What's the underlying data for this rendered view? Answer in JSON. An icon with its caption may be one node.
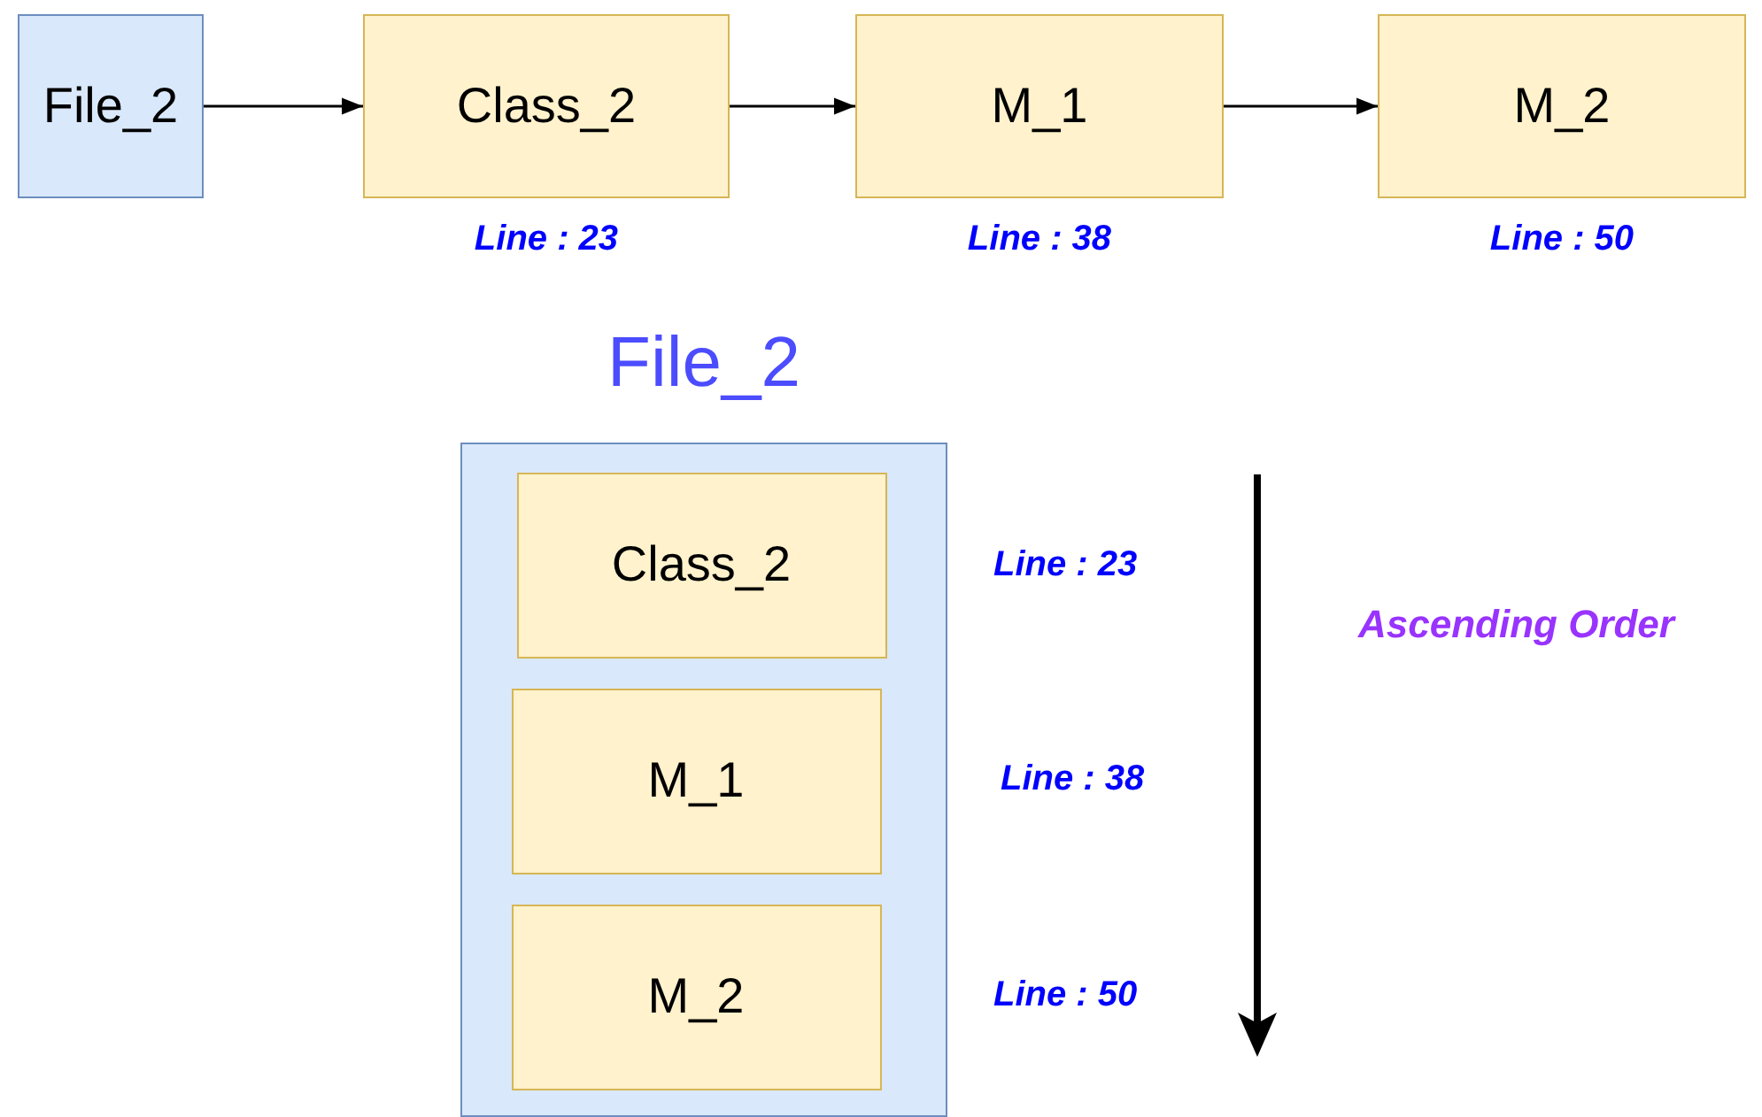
{
  "diagram": {
    "nodes": [
      {
        "text": [
          "File_2"
        ]
      },
      {
        "text": [
          "Class_2"
        ],
        "beside": [
          "Line : 23"
        ]
      },
      {
        "text": [
          "M_1"
        ],
        "beside": [
          "Line : 38"
        ]
      },
      {
        "text": [
          "M_2"
        ],
        "beside": [
          "Line : 50"
        ]
      },
      {
        "text": [
          "File_2"
        ]
      },
      {
        "text": [
          "Class_2"
        ],
        "in": 4,
        "beside": [
          "Line : 23"
        ]
      },
      {
        "text": [
          "M_1"
        ],
        "in": 4,
        "beside": [
          "Line : 38"
        ]
      },
      {
        "text": [
          "M_2"
        ],
        "in": 4,
        "beside": [
          "Line : 50"
        ]
      }
    ],
    "edges": [
      {
        "from": 0,
        "to": 1,
        "arrow": "to"
      },
      {
        "from": 1,
        "to": 2,
        "arrow": "to"
      },
      {
        "from": 2,
        "to": 3,
        "arrow": "to"
      }
    ],
    "labels": [
      "Ascending Order"
    ]
  }
}
